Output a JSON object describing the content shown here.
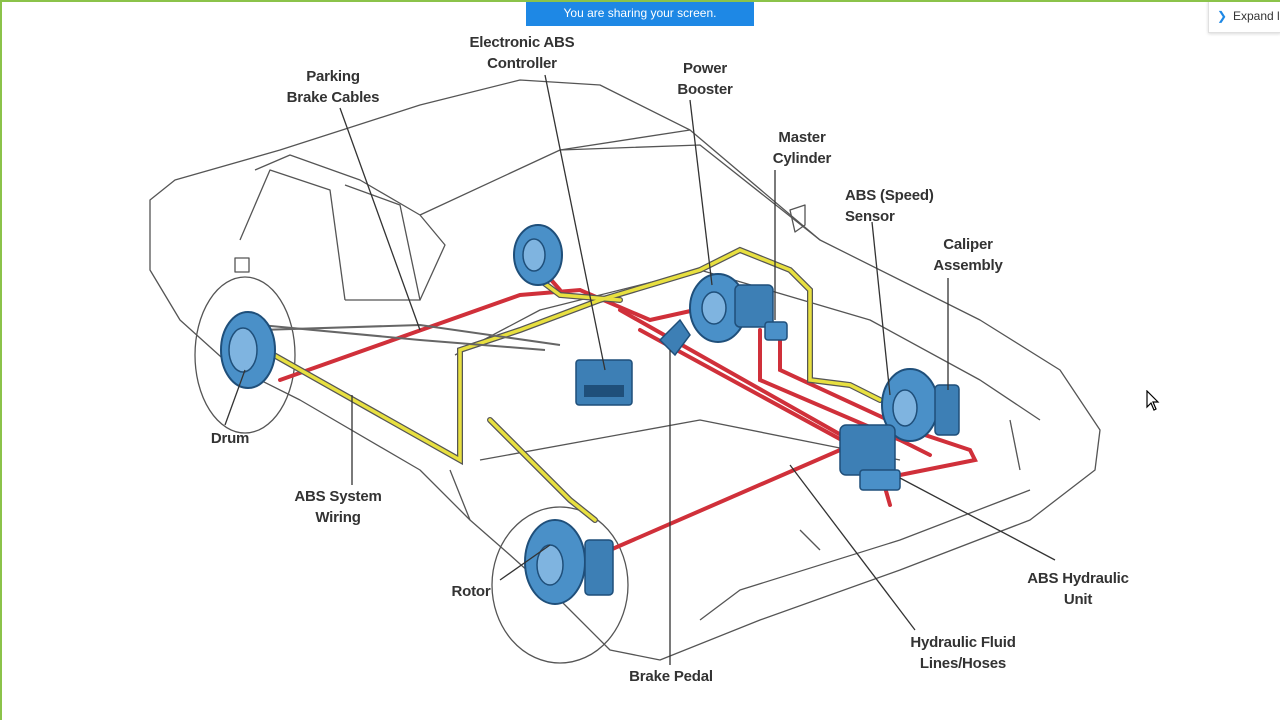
{
  "banner": {
    "text": "You are sharing your screen."
  },
  "expand": {
    "label": "Expand l"
  },
  "labels": {
    "electronic_abs_controller": "Electronic ABS\nController",
    "parking_brake_cables": "Parking\nBrake Cables",
    "power_booster": "Power\nBooster",
    "master_cylinder": "Master\nCylinder",
    "abs_speed_sensor": "ABS (Speed)\nSensor",
    "caliper_assembly": "Caliper\nAssembly",
    "drum": "Drum",
    "abs_system_wiring": "ABS System\nWiring",
    "rotor": "Rotor",
    "brake_pedal": "Brake Pedal",
    "abs_hydraulic_unit": "ABS Hydraulic\nUnit",
    "hydraulic_fluid_lines": "Hydraulic Fluid\nLines/Hoses"
  },
  "colors": {
    "component_blue": "#4a90c8",
    "brake_line_red": "#d0303a",
    "wiring_yellow": "#e8e040",
    "outline": "#555555",
    "banner_blue": "#1e88e5",
    "frame_green": "#8bc34a"
  },
  "icons": {
    "expand": "chevron-right-icon",
    "cursor": "mouse-pointer-icon"
  }
}
